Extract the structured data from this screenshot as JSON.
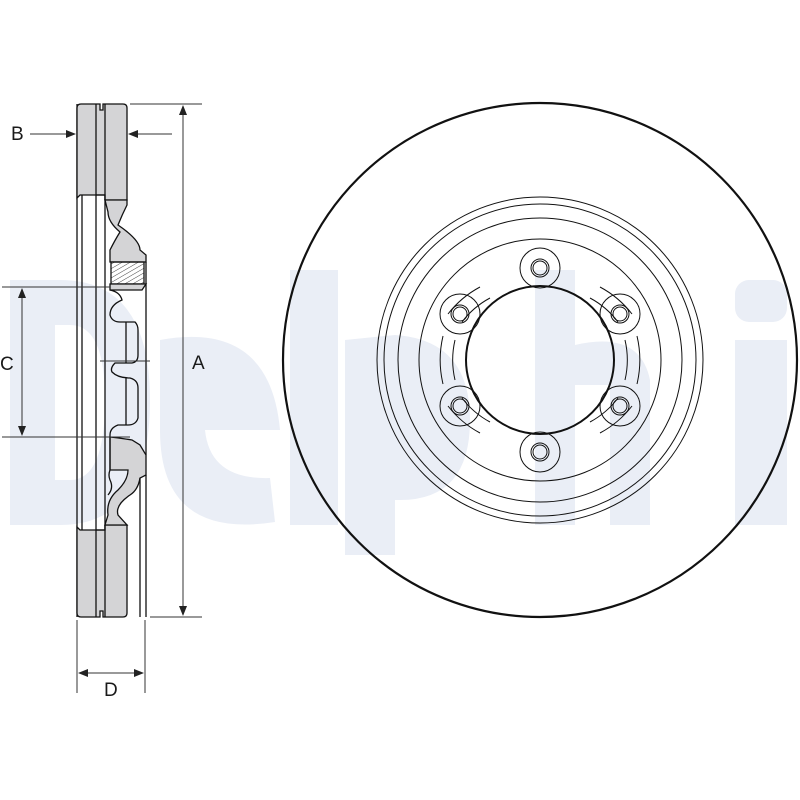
{
  "diagram": {
    "title": "Brake disc technical drawing",
    "views": [
      "side-section-view",
      "front-view"
    ],
    "watermark": {
      "text": "Delphi",
      "color": "#eaeef6"
    },
    "colors": {
      "line": "#111111",
      "section_fill": "#d4d4d6",
      "dimension_line": "#333333",
      "background": "#ffffff"
    },
    "dimensions": {
      "A": {
        "label": "A",
        "meaning": "outer diameter"
      },
      "B": {
        "label": "B",
        "meaning": "disc thickness"
      },
      "C": {
        "label": "C",
        "meaning": "centre bore diameter"
      },
      "D": {
        "label": "D",
        "meaning": "overall height"
      }
    },
    "front_view": {
      "bolt_holes": 6,
      "rings": 4,
      "center_bore": true
    }
  }
}
